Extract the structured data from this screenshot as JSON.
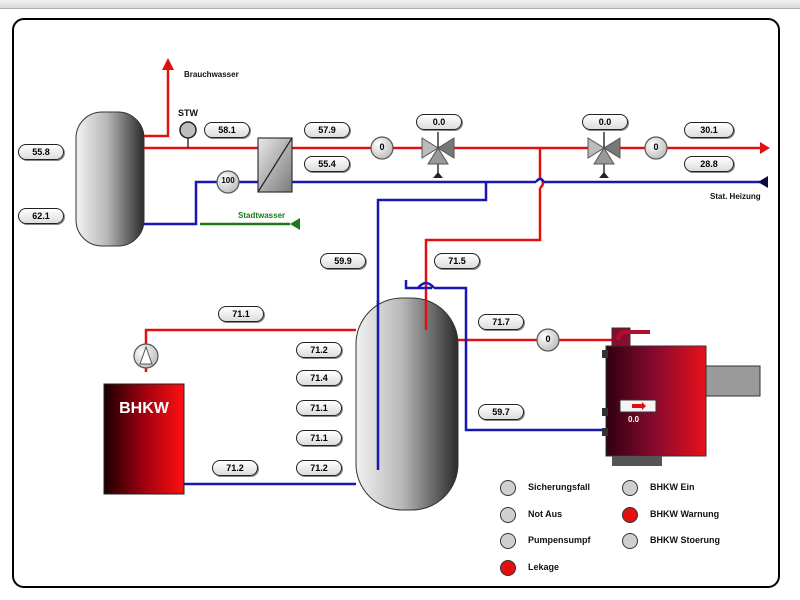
{
  "colors": {
    "hot": "#e01010",
    "cold": "#1818b0",
    "city": "#1a7a1a",
    "led_off": "#cfcfcf",
    "led_red": "#e41010"
  },
  "labels": {
    "brauchwasser": "Brauchwasser",
    "stw": "STW",
    "stadtwasser": "Stadtwasser",
    "stat_heizung": "Stat. Heizung",
    "bhkw": "BHKW"
  },
  "values": {
    "left_tank_top": "55.8",
    "left_tank_bottom": "62.1",
    "stw_temp": "58.1",
    "hx_hot_out": "57.9",
    "hx_cold_in": "55.4",
    "valve1_pos": "0.0",
    "valve2_pos": "0.0",
    "heating_supply": "30.1",
    "heating_return": "28.8",
    "return_riser": "59.9",
    "supply_riser": "71.5",
    "bhkw_supply": "71.1",
    "buffer_1": "71.2",
    "buffer_2": "71.4",
    "buffer_3": "71.1",
    "buffer_4": "71.1",
    "buffer_5": "71.2",
    "bhkw_return": "71.2",
    "boiler_supply": "71.7",
    "boiler_return": "59.7",
    "boiler_display": "0.0"
  },
  "pumps": {
    "pump_hx_out": "0",
    "pump_heating": "0",
    "pump_hx_in": "100",
    "pump_boiler": "0"
  },
  "legend": [
    {
      "label": "Sicherungsfall",
      "state": "off"
    },
    {
      "label": "BHKW Ein",
      "state": "off"
    },
    {
      "label": "Not Aus",
      "state": "off"
    },
    {
      "label": "BHKW Warnung",
      "state": "alarm"
    },
    {
      "label": "Pumpensumpf",
      "state": "off"
    },
    {
      "label": "BHKW Stoerung",
      "state": "off"
    },
    {
      "label": "Lekage",
      "state": "alarm"
    }
  ]
}
